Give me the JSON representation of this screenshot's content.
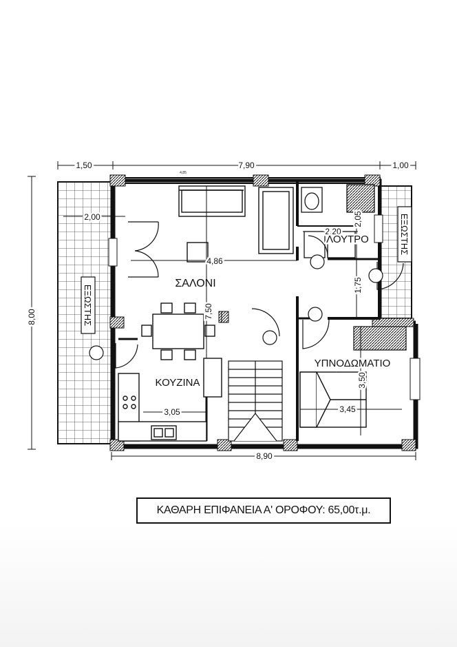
{
  "rooms": {
    "living": "ΣΑΛΟΝΙ",
    "kitchen": "ΚΟΥΖΙΝΑ",
    "bathroom": "ΛΟΥΤΡΟ",
    "bedroom": "ΥΠΝΟΔΩΜΑΤΙΟ",
    "balcony_left": "ΕΞΩΣΤΗΣ",
    "balcony_right": "ΕΞΩΣΤΗΣ"
  },
  "dimensions": {
    "top_left": "1,50",
    "top_middle": "7,90",
    "top_right": "1,00",
    "top_small": "4,85",
    "left_height": "8,00",
    "bottom_width": "8,90",
    "balcony_width": "2,00",
    "living_width": "4,86",
    "living_height": "7,50",
    "bath_width": "2,20",
    "bath_height": "2,05",
    "corridor_height": "1,75",
    "kitchen_width": "3,05",
    "bedroom_width": "3,45",
    "bedroom_height": "3,50"
  },
  "caption": "ΚΑΘΑΡΗ ΕΠΙΦΑΝΕΙΑ Α' ΟΡΟΦΟΥ: 65,00τ.μ."
}
